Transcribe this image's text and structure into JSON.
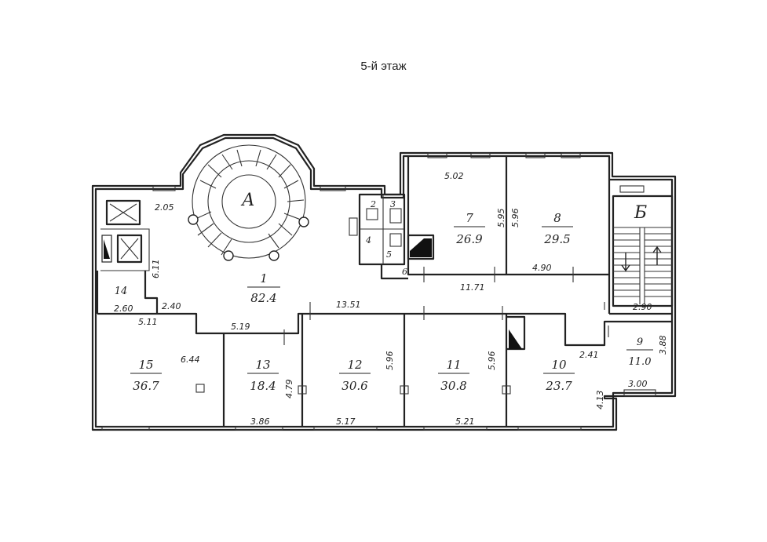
{
  "title": "5-й этаж",
  "stair_labels": {
    "main": "А",
    "secondary": "Б"
  },
  "rooms": [
    {
      "number": "1",
      "area": "82.4"
    },
    {
      "number": "2",
      "area": ""
    },
    {
      "number": "3",
      "area": ""
    },
    {
      "number": "4",
      "area": ""
    },
    {
      "number": "5",
      "area": ""
    },
    {
      "number": "6",
      "area": ""
    },
    {
      "number": "7",
      "area": "26.9"
    },
    {
      "number": "8",
      "area": "29.5"
    },
    {
      "number": "9",
      "area": "11.0"
    },
    {
      "number": "10",
      "area": "23.7"
    },
    {
      "number": "11",
      "area": "30.8"
    },
    {
      "number": "12",
      "area": "30.6"
    },
    {
      "number": "13",
      "area": "18.4"
    },
    {
      "number": "14",
      "area": ""
    },
    {
      "number": "15",
      "area": "36.7"
    }
  ],
  "dimensions": {
    "d_205": "2.05",
    "d_611": "6.11",
    "d_260": "2.60",
    "d_240": "2.40",
    "d_511": "5.11",
    "d_519": "5.19",
    "d_1351": "13.51",
    "d_502": "5.02",
    "d_595": "5.95",
    "d_596a": "5.96",
    "d_490": "4.90",
    "d_1171": "11.71",
    "d_290": "2.90",
    "d_644": "6.44",
    "d_479": "4.79",
    "d_596b": "5.96",
    "d_596c": "5.96",
    "d_241": "2.41",
    "d_388": "3.88",
    "d_300": "3.00",
    "d_413": "4.13",
    "d_386": "3.86",
    "d_517": "5.17",
    "d_521": "5.21"
  }
}
